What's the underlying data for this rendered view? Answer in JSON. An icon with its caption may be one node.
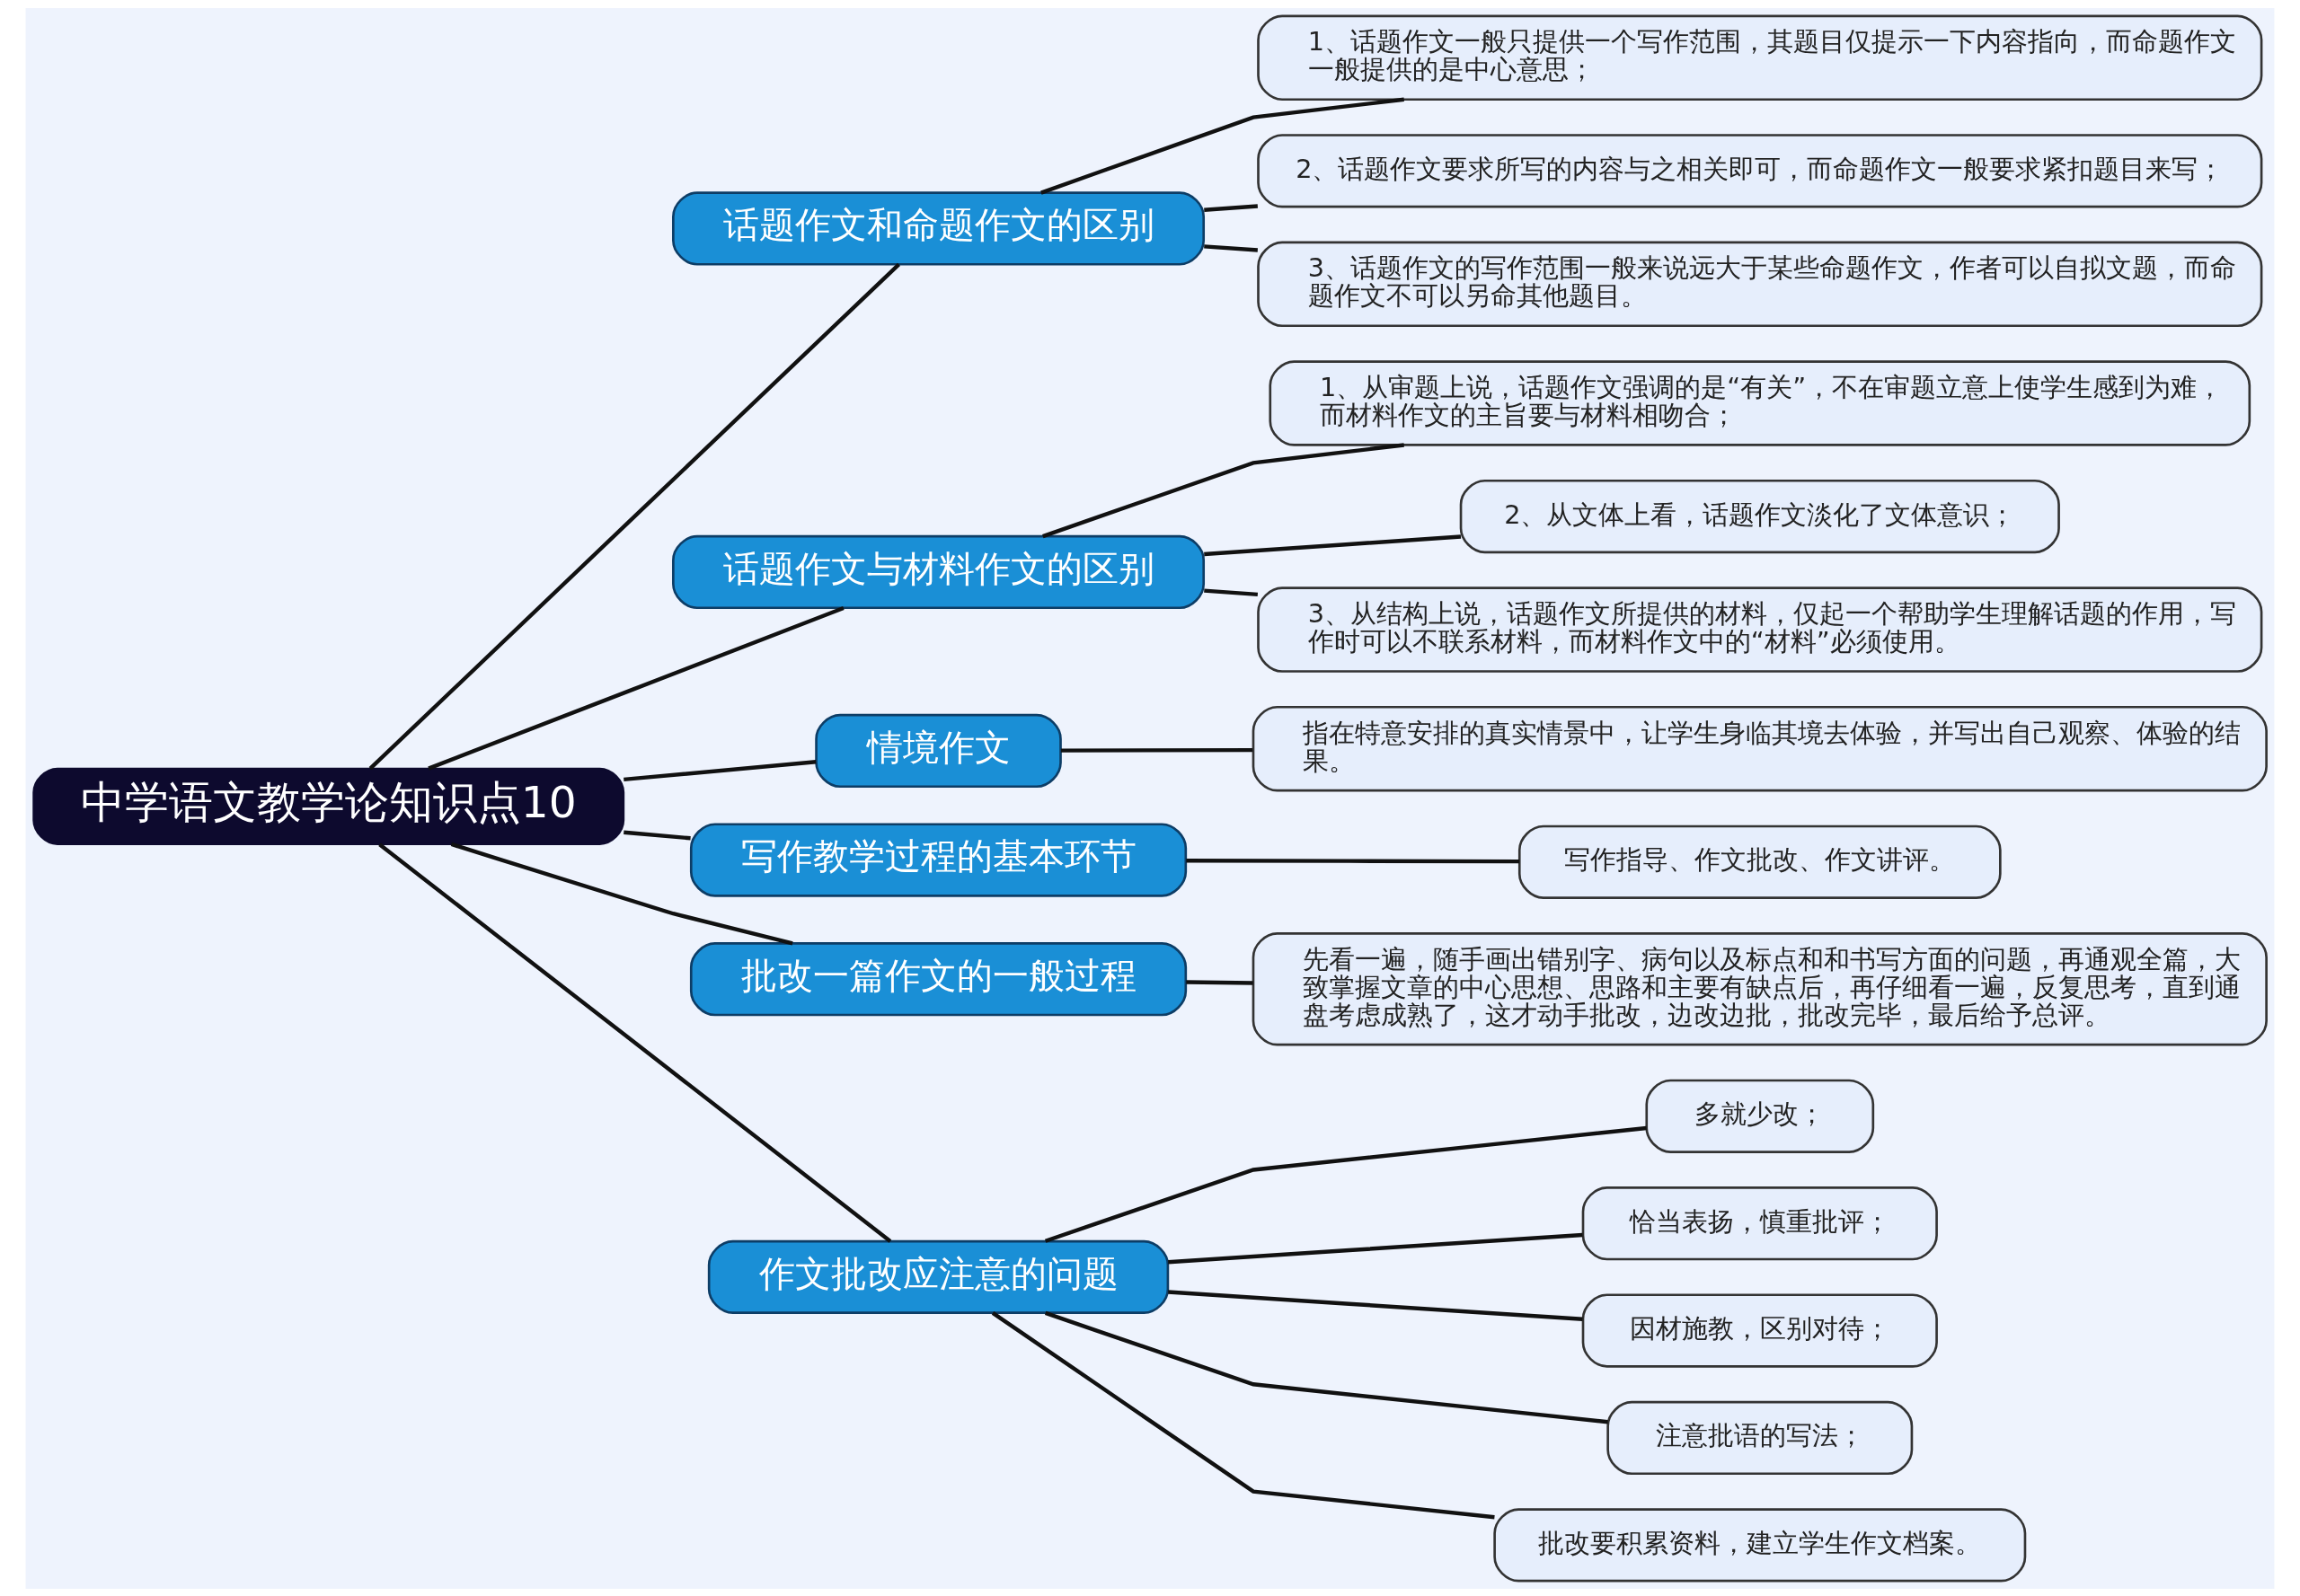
{
  "diagram": {
    "nodes": [
      {
        "text": [
          "中学语文教学论知识点10"
        ]
      },
      {
        "text": [
          "话题作文和命题作文的区别"
        ]
      },
      {
        "text": [
          "1、话题作文一般只提供一个写作范围，其题目仅提示一下内容指向，而命题作文一般提供的是中心意思；"
        ]
      },
      {
        "text": [
          "2、话题作文要求所写的内容与之相关即可，而命题作文一般要求紧扣题目来写；"
        ]
      },
      {
        "text": [
          "3、话题作文的写作范围一般来说远大于某些命题作文，作者可以自拟文题，而命题作文不可以另命其他题目。"
        ]
      },
      {
        "text": [
          "话题作文与材料作文的区别"
        ]
      },
      {
        "text": [
          "1、从审题上说，话题作文强调的是“有关”，不在审题立意上使学生感到为难，而材料作文的主旨要与材料相吻合；"
        ]
      },
      {
        "text": [
          "2、从文体上看，话题作文淡化了文体意识；"
        ]
      },
      {
        "text": [
          "3、从结构上说，话题作文所提供的材料，仅起一个帮助学生理解话题的作用，写作时可以不联系材料，而材料作文中的“材料”必须使用。"
        ]
      },
      {
        "text": [
          "情境作文"
        ]
      },
      {
        "text": [
          "指在特意安排的真实情景中，让学生身临其境去体验，并写出自己观察、体验的结果。"
        ]
      },
      {
        "text": [
          "写作教学过程的基本环节"
        ]
      },
      {
        "text": [
          "写作指导、作文批改、作文讲评。"
        ]
      },
      {
        "text": [
          "批改一篇作文的一般过程"
        ]
      },
      {
        "text": [
          "先看一遍，随手画出错别字、病句以及标点和和书写方面的问题，再通观全篇，大致掌握文章的中心思想、思路和主要有缺点后，再仔细看一遍，反复思考，直到通盘考虑成熟了，这才动手批改，边改边批，批改完毕，最后给予总评。"
        ]
      },
      {
        "text": [
          "作文批改应注意的问题"
        ]
      },
      {
        "text": [
          "多就少改；"
        ]
      },
      {
        "text": [
          "恰当表扬，慎重批评；"
        ]
      },
      {
        "text": [
          "因材施教，区别对待；"
        ]
      },
      {
        "text": [
          "注意批语的写法；"
        ]
      },
      {
        "text": [
          "批改要积累资料，建立学生作文档案。"
        ]
      }
    ],
    "edges": [
      {
        "from": 0,
        "to": 1,
        "arrow": "none"
      },
      {
        "from": 1,
        "to": 2,
        "arrow": "none"
      },
      {
        "from": 1,
        "to": 3,
        "arrow": "none"
      },
      {
        "from": 1,
        "to": 4,
        "arrow": "none"
      },
      {
        "from": 0,
        "to": 5,
        "arrow": "none"
      },
      {
        "from": 5,
        "to": 6,
        "arrow": "none"
      },
      {
        "from": 5,
        "to": 7,
        "arrow": "none"
      },
      {
        "from": 5,
        "to": 8,
        "arrow": "none"
      },
      {
        "from": 0,
        "to": 9,
        "arrow": "none"
      },
      {
        "from": 9,
        "to": 10,
        "arrow": "none"
      },
      {
        "from": 0,
        "to": 11,
        "arrow": "none"
      },
      {
        "from": 11,
        "to": 12,
        "arrow": "none"
      },
      {
        "from": 0,
        "to": 13,
        "arrow": "none"
      },
      {
        "from": 13,
        "to": 14,
        "arrow": "none"
      },
      {
        "from": 0,
        "to": 15,
        "arrow": "none"
      },
      {
        "from": 15,
        "to": 16,
        "arrow": "none"
      },
      {
        "from": 15,
        "to": 17,
        "arrow": "none"
      },
      {
        "from": 15,
        "to": 18,
        "arrow": "none"
      },
      {
        "from": 15,
        "to": 19,
        "arrow": "none"
      },
      {
        "from": 15,
        "to": 20,
        "arrow": "none"
      }
    ]
  }
}
